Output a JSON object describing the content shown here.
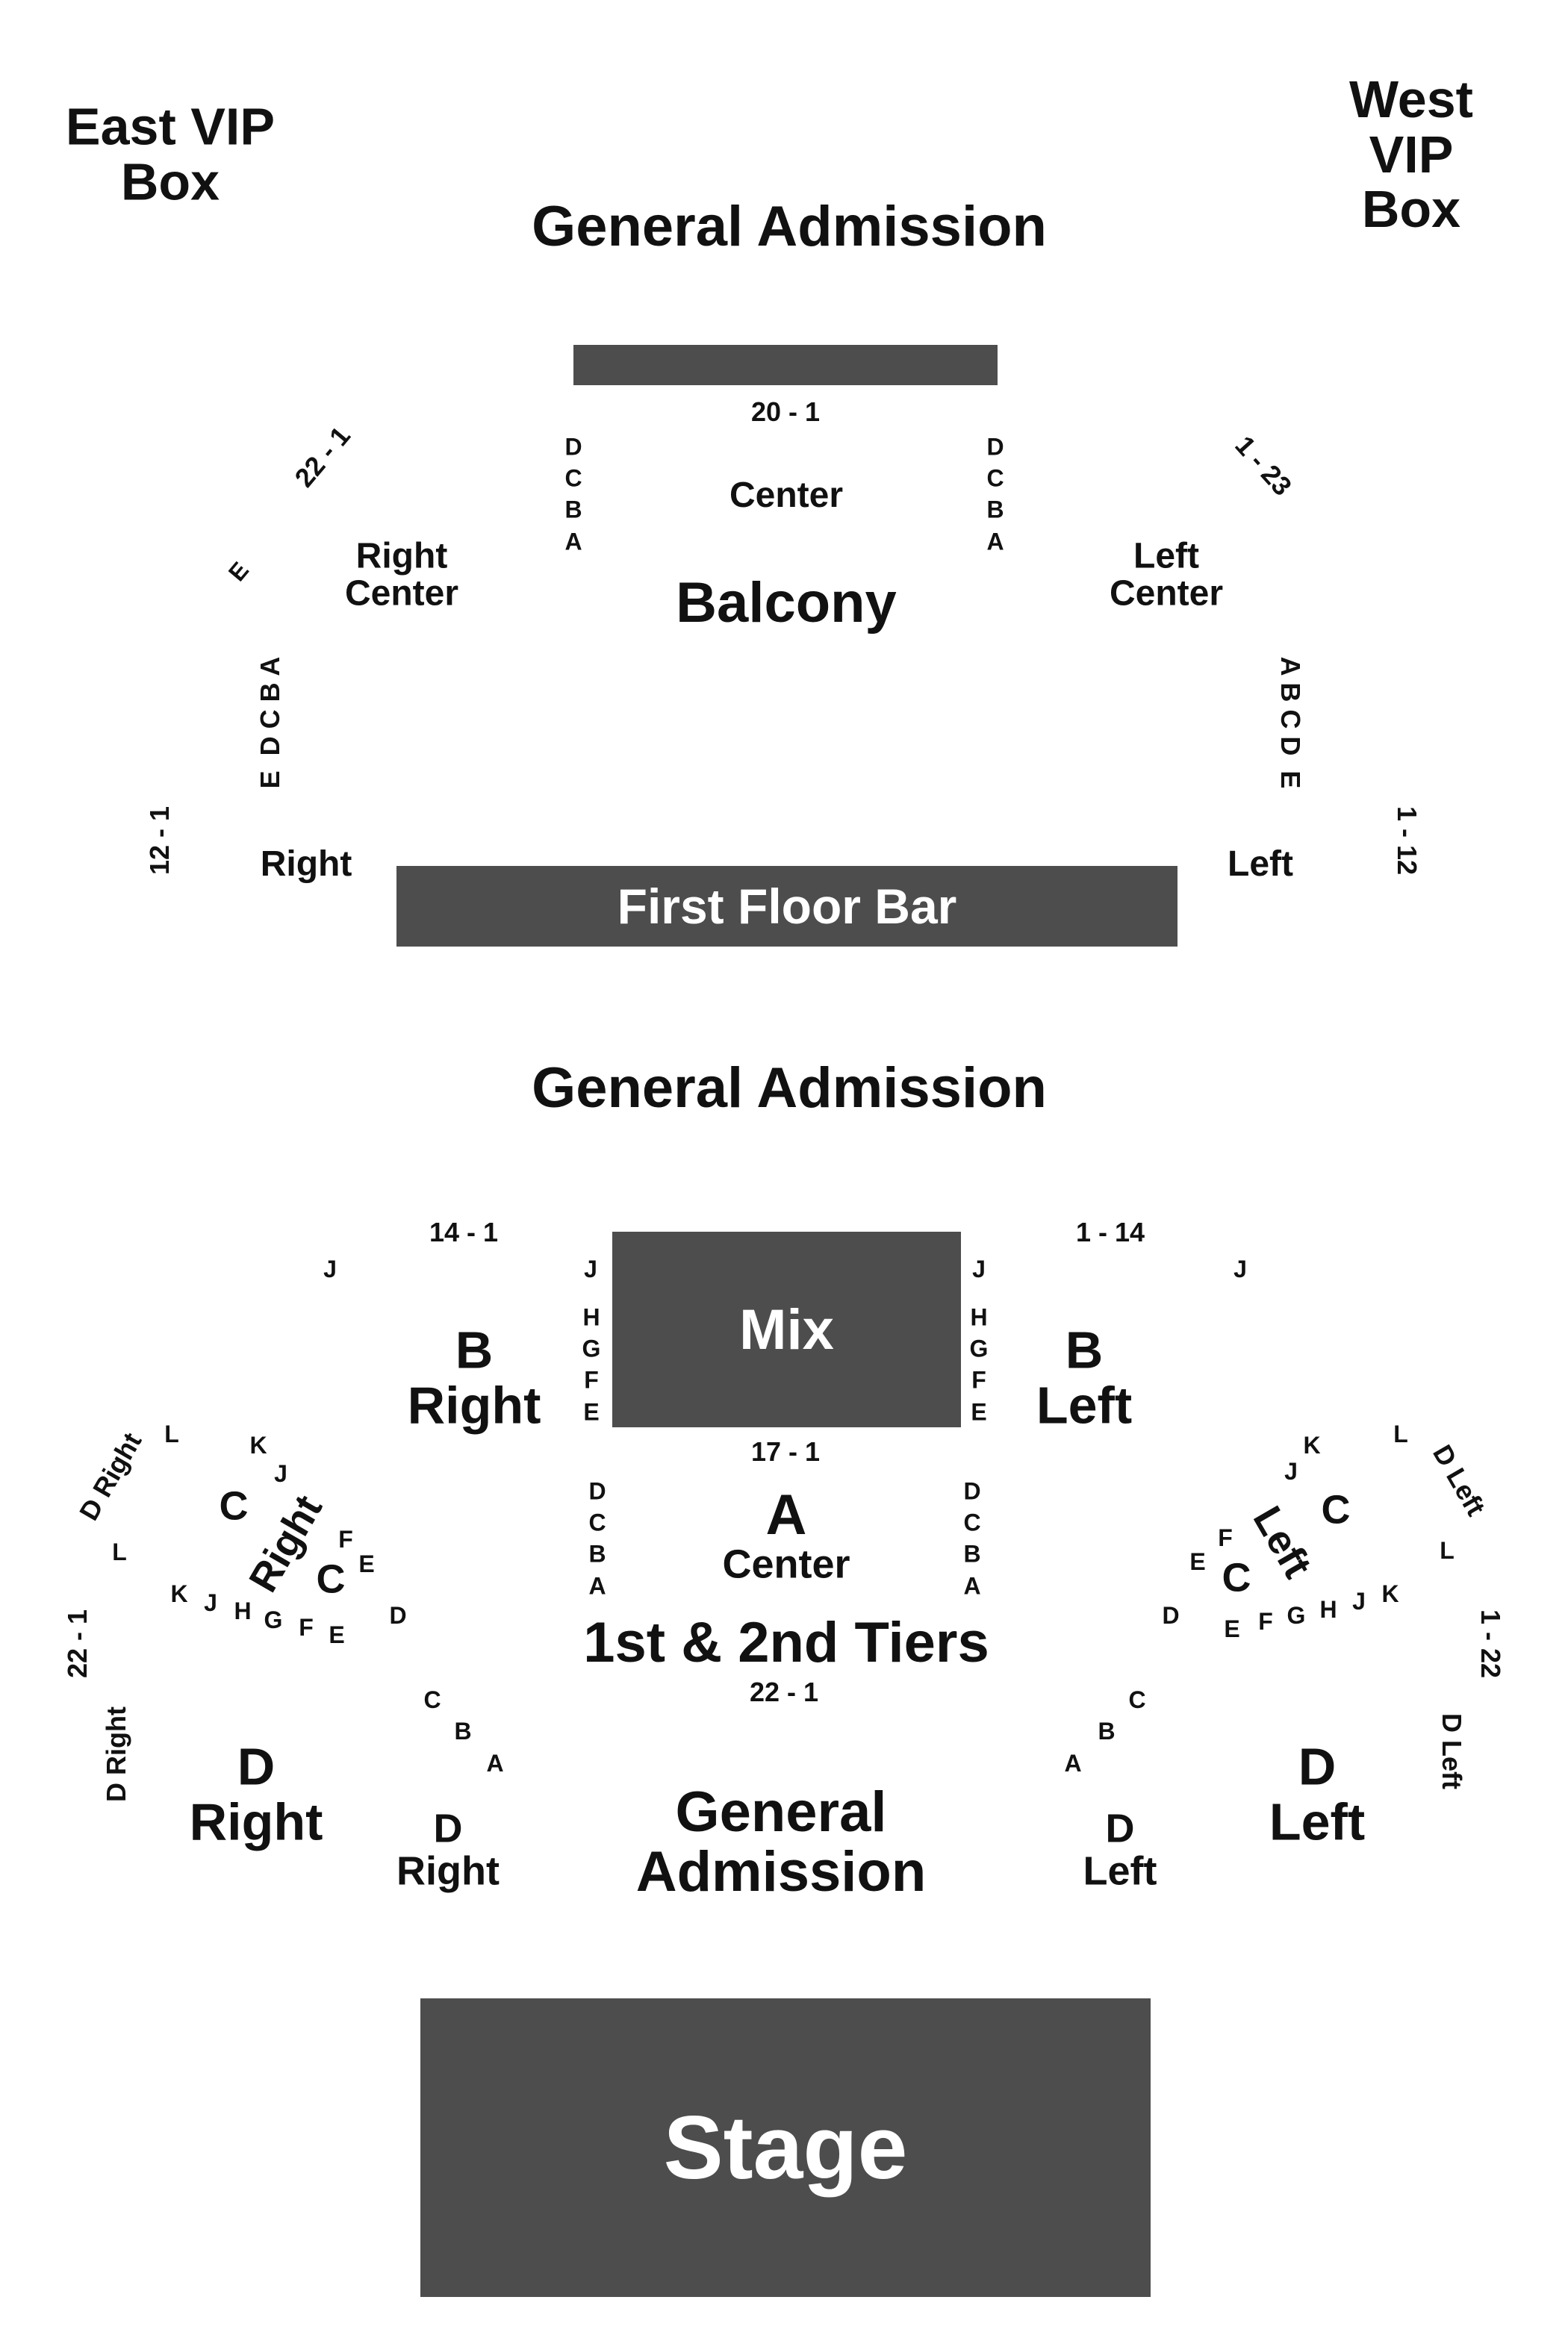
{
  "boxes": {
    "east_vip": "East VIP\nBox",
    "west_vip": "West VIP\nBox"
  },
  "balcony": {
    "ga_title": "General Admission",
    "center_seats": "20 - 1",
    "rows_dcba": "D\nC\nB\nA",
    "center_label": "Center",
    "balcony_title": "Balcony",
    "right_center": "Right\nCenter",
    "left_center": "Left\nCenter",
    "right_center_seats": "22 - 1",
    "left_center_seats": "1 - 23",
    "row_e": "E",
    "right_rows": "E  D C B A",
    "left_rows": "A B C D  E",
    "right_seats": "12 - 1",
    "left_seats": "1 - 12",
    "right_label": "Right",
    "left_label": "Left"
  },
  "bars": {
    "first_floor_bar": "First Floor Bar",
    "mix": "Mix",
    "stage": "Stage"
  },
  "floor": {
    "ga_title": "General Admission",
    "b_right_seats": "14 - 1",
    "b_left_seats": "1 - 14",
    "row_j": "J",
    "row_hgfe": "H\nG\nF\nE",
    "b_right": "B\nRight",
    "b_left": "B\nLeft",
    "a_seats": "17 - 1",
    "rows_dcba": "D\nC\nB\nA",
    "a_center_letter": "A",
    "a_center_label": "Center",
    "tiers_title": "1st & 2nd Tiers",
    "a_back_seats": "22 - 1",
    "ga_bottom": "General\nAdmission",
    "c_right": {
      "d_right": "D Right",
      "row_l": "L",
      "row_k": "K",
      "row_j": "J",
      "c_letter": "C",
      "right_word": "Right",
      "row_f": "F",
      "row_e": "E",
      "row_h": "H",
      "row_g": "G",
      "row_d": "D",
      "seats": "22 - 1"
    },
    "c_left": {
      "d_left": "D Left",
      "row_l": "L",
      "row_k": "K",
      "row_j": "J",
      "c_letter": "C",
      "left_word": "Left",
      "row_f": "F",
      "row_e": "E",
      "row_h": "H",
      "row_g": "G",
      "row_d": "D",
      "seats": "1 - 22"
    },
    "d_right_vertical": "D Right",
    "d_left_vertical": "D Left",
    "row_c": "C",
    "row_b": "B",
    "row_a": "A",
    "d_right_outer": "D\nRight",
    "d_left_outer": "D\nLeft",
    "d_right_inner": "D\nRight",
    "d_left_inner": "D\nLeft"
  }
}
